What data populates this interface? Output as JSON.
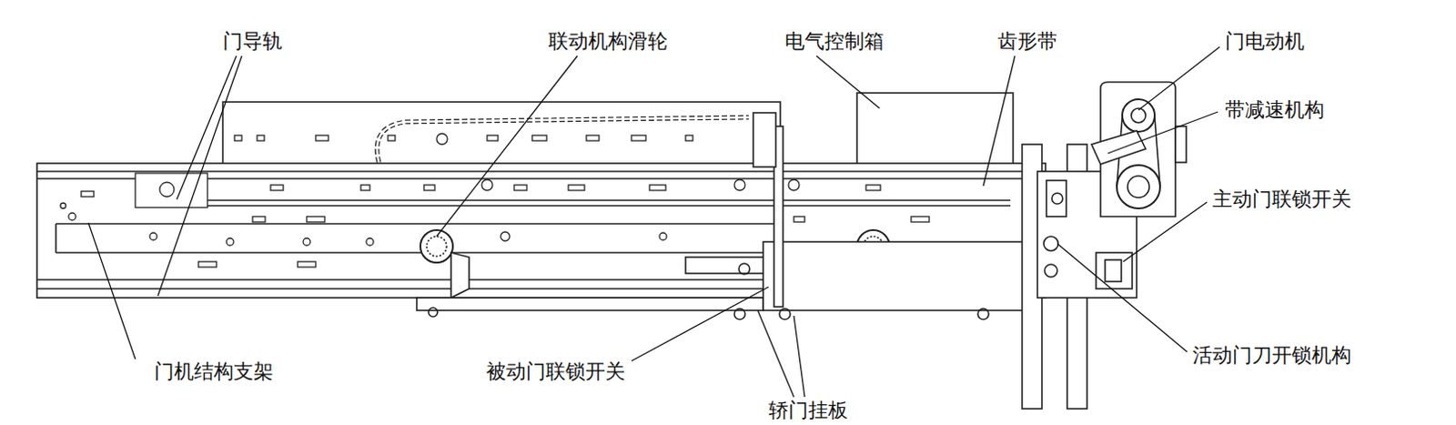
{
  "diagram": {
    "labels": [
      "门导轨",
      "联动机构滑轮",
      "电气控制箱",
      "齿形带",
      "门电动机",
      "带减速机构",
      "主动门联锁开关",
      "活动门刀开锁机构",
      "门机结构支架",
      "被动门联锁开关",
      "轿门挂板"
    ]
  }
}
